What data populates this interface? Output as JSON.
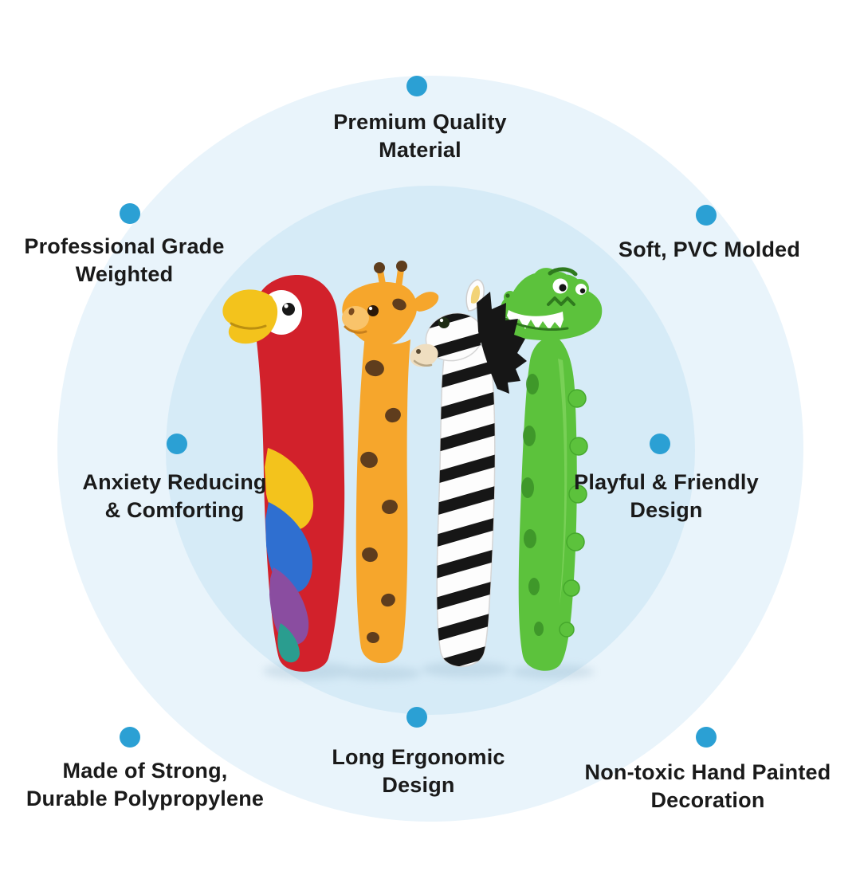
{
  "colors": {
    "page_bg": "#ffffff",
    "outer_circle": "#e9f4fb",
    "inner_circle": "#d6ebf7",
    "dot": "#2ba0d4",
    "text": "#1a1a1a",
    "parrot_body": "#d2212b",
    "parrot_beak": "#f3c31c",
    "parrot_wing_blue": "#2f6fd0",
    "parrot_wing_purple": "#8a4da0",
    "parrot_wing_teal": "#2a9d8f",
    "giraffe_body": "#f6a62c",
    "giraffe_muzzle": "#f9c36a",
    "giraffe_spots": "#5f3d1d",
    "zebra_body": "#fdfdfd",
    "zebra_stripes": "#161616",
    "zebra_muzzle": "#efdec0",
    "croc_body": "#5cc23c",
    "croc_dark": "#3a9127",
    "croc_light": "#8bd968"
  },
  "callouts": {
    "premium_quality": {
      "lines": [
        "Premium Quality",
        "Material"
      ]
    },
    "professional_grade": {
      "lines": [
        "Professional Grade",
        "Weighted"
      ]
    },
    "soft_pvc": {
      "lines": [
        "Soft, PVC Molded"
      ]
    },
    "anxiety_reducing": {
      "lines": [
        "Anxiety Reducing",
        "& Comforting"
      ]
    },
    "playful_friendly": {
      "lines": [
        "Playful & Friendly",
        "Design"
      ]
    },
    "durable_material": {
      "lines": [
        "Made of Strong,",
        "Durable Polypropylene"
      ]
    },
    "ergonomic_design": {
      "lines": [
        "Long Ergonomic",
        "Design"
      ]
    },
    "non_toxic": {
      "lines": [
        "Non-toxic Hand Painted",
        "Decoration"
      ]
    }
  },
  "animals": [
    {
      "name": "parrot"
    },
    {
      "name": "giraffe"
    },
    {
      "name": "zebra"
    },
    {
      "name": "crocodile"
    }
  ]
}
